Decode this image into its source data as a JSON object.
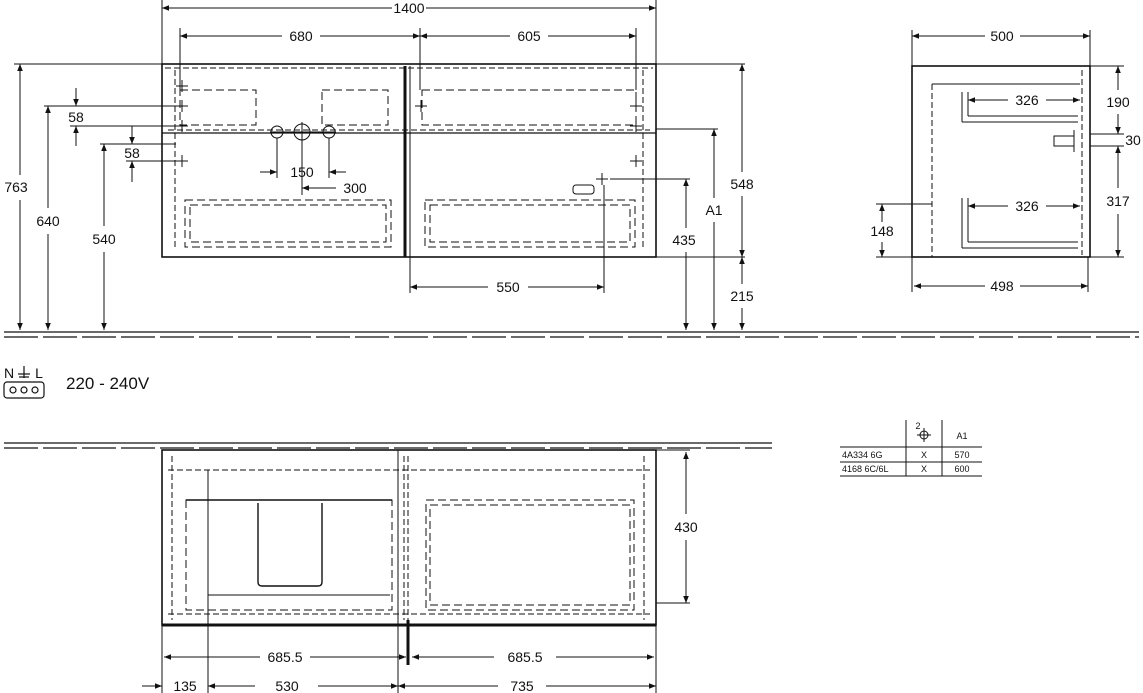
{
  "front_view": {
    "overall_width": "1400",
    "left_section": "680",
    "right_section": "605",
    "total_height": "763",
    "height_640": "640",
    "height_540": "540",
    "offset_58_a": "58",
    "offset_58_b": "58",
    "tap_spacing": "150",
    "drain_offset": "300",
    "socket_offset": "550",
    "cabinet_height": "548",
    "socket_height": "435",
    "a1_label": "A1",
    "floor_gap": "215"
  },
  "side_view": {
    "depth_top": "500",
    "drawer_depth_a": "326",
    "drawer_depth_b": "326",
    "top_offset": "190",
    "pipe_size": "30",
    "lower_height": "317",
    "base_height": "148",
    "depth_bottom": "498"
  },
  "electrical": {
    "symbol_label": "N",
    "symbol_label_l": "L",
    "voltage": "220 - 240V"
  },
  "plan_view": {
    "depth": "430",
    "half_left": "685.5",
    "half_right": "685.5",
    "edge_offset": "135",
    "basin_width": "530",
    "right_width": "735"
  },
  "variant_table": {
    "header_symbol_number": "2",
    "header_a1": "A1",
    "rows": [
      {
        "code": "4A334 6G",
        "mark": "X",
        "a1": "570"
      },
      {
        "code": "4168 6C/6L",
        "mark": "X",
        "a1": "600"
      }
    ]
  }
}
